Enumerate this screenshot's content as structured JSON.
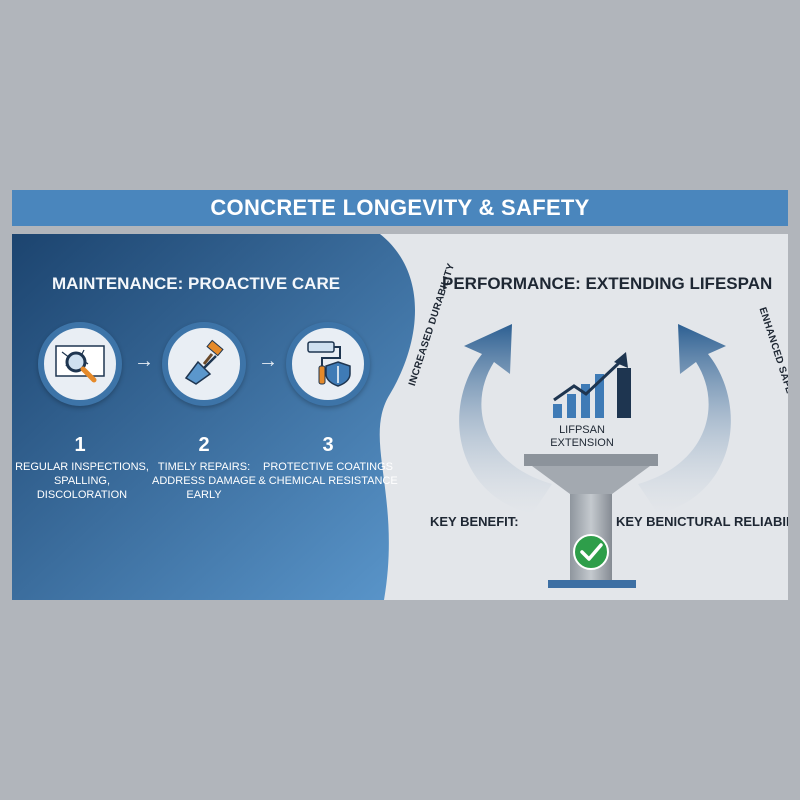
{
  "banner": {
    "title": "CONCRETE LONGEVITY & SAFETY"
  },
  "maintenance": {
    "heading": "MAINTENANCE: PROACTIVE CARE",
    "steps": [
      {
        "number": "1",
        "label": "REGULAR INSPECTIONS, SPALLING, DISCOLORATION",
        "icon": "magnifier-crack-icon"
      },
      {
        "number": "2",
        "label": "TIMELY REPAIRS: ADDRESS DAMAGE EARLY",
        "icon": "trowel-hammer-icon"
      },
      {
        "number": "3",
        "label": "PROTECTIVE COATINGS & CHEMICAL RESISTANCE",
        "icon": "paint-roller-shield-icon"
      }
    ]
  },
  "performance": {
    "heading": "PERFORMANCE: EXTENDING LIFESPAN",
    "left_arrow_label": "INCREASED DURABILITY",
    "right_arrow_label": "ENHANCED SAFETY",
    "chart_caption": "LIFPSAN EXTENSION",
    "key_left": "KEY BENEFIT:",
    "key_right": "KEY BENICTURAL RELIABILITY"
  },
  "colors": {
    "banner": "#4a86bd",
    "panel_dark": "#1f4b7a",
    "panel_light": "#5b97cc",
    "right_bg": "#e3e6ea",
    "check": "#2e9e4a"
  }
}
